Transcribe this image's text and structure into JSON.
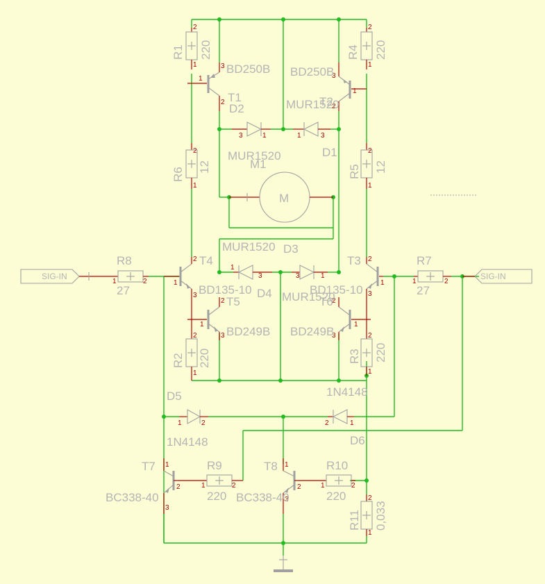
{
  "schematic": {
    "resistors": [
      {
        "ref": "R1",
        "value": "220"
      },
      {
        "ref": "R4",
        "value": "220"
      },
      {
        "ref": "R6",
        "value": "12"
      },
      {
        "ref": "R5",
        "value": "12"
      },
      {
        "ref": "R8",
        "value": "27"
      },
      {
        "ref": "R7",
        "value": "27"
      },
      {
        "ref": "R2",
        "value": "220"
      },
      {
        "ref": "R3",
        "value": "220"
      },
      {
        "ref": "R9",
        "value": "220"
      },
      {
        "ref": "R10",
        "value": "220"
      },
      {
        "ref": "R11",
        "value": "0,033"
      }
    ],
    "transistors": [
      {
        "ref": "T1",
        "part": "BD250B"
      },
      {
        "ref": "T2",
        "part": "BD250B"
      },
      {
        "ref": "T4",
        "part": "BD135-10"
      },
      {
        "ref": "T3",
        "part": "BD135-10"
      },
      {
        "ref": "T5",
        "part": "BD249B"
      },
      {
        "ref": "T6",
        "part": "BD249B"
      },
      {
        "ref": "T7",
        "part": "BC338-40"
      },
      {
        "ref": "T8",
        "part": "BC338-40"
      }
    ],
    "diodes": [
      {
        "ref": "D2",
        "part": "MUR1520"
      },
      {
        "ref": "D1",
        "part": "MUR1520"
      },
      {
        "ref": "D4",
        "part": "MUR1520"
      },
      {
        "ref": "D3",
        "part": "MUR1520"
      },
      {
        "ref": "D5",
        "part": "1N4148"
      },
      {
        "ref": "D6",
        "part": "1N4148"
      }
    ],
    "motor": {
      "ref": "M1",
      "symbol": "M"
    },
    "ports": {
      "left": "SIG-IN",
      "right": "SIG-IN"
    }
  }
}
